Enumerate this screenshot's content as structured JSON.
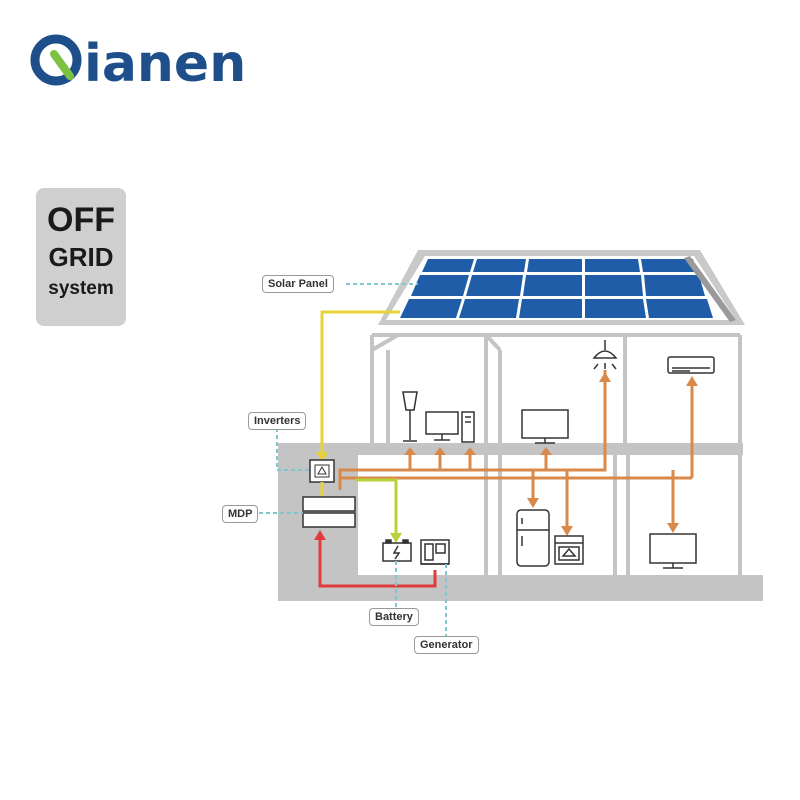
{
  "brand": {
    "name": "ianen",
    "mark": "Q",
    "color": "#1f4f8a",
    "accent": "#7cc242"
  },
  "badge": {
    "line1": "OFF",
    "line2": "GRID",
    "line3": "system"
  },
  "labels": {
    "solar_panel": "Solar Panel",
    "inverters": "Inverters",
    "mdp": "MDP",
    "battery": "Battery",
    "generator": "Generator"
  },
  "colors": {
    "panel": "#1f5da8",
    "house_wall": "#bdbdbd",
    "solar_line": "#e8d23a",
    "battery_line": "#b6d43a",
    "generator_line": "#e03a3a",
    "load_line": "#d9894a",
    "callout_line": "#7fc6cf"
  },
  "appliances": [
    "floor-lamp",
    "desktop-computer",
    "television",
    "ceiling-light",
    "air-conditioner",
    "refrigerator",
    "oven",
    "television"
  ]
}
